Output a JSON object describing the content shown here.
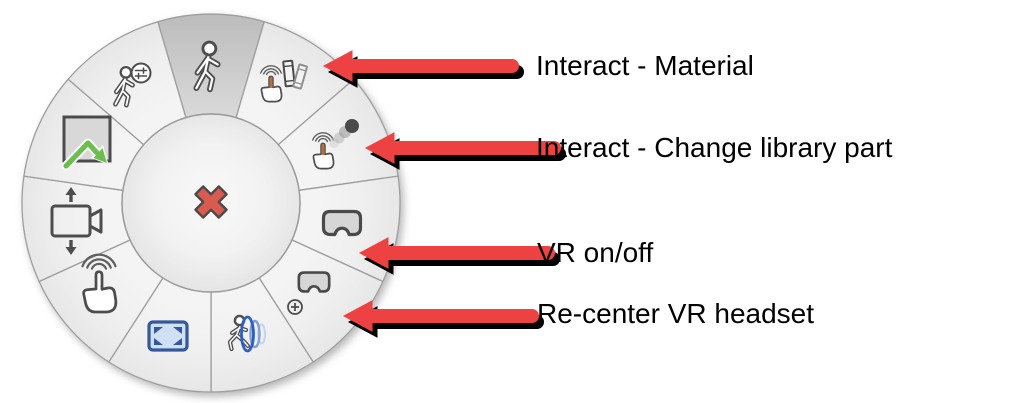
{
  "figure": {
    "description": "VR radial menu with four annotated actions"
  },
  "radial_menu": {
    "center": {
      "icon": "close-x-icon",
      "action": "close-menu"
    },
    "segments": [
      {
        "id": "walk-mode",
        "icon": "walking-person-icon",
        "highlighted": true
      },
      {
        "id": "interact-material",
        "icon": "hand-tap-books-icon",
        "highlighted": false
      },
      {
        "id": "interact-change-library-part",
        "icon": "hand-tap-moving-dot-icon",
        "highlighted": false
      },
      {
        "id": "vr-on-off",
        "icon": "vr-goggles-icon",
        "highlighted": false
      },
      {
        "id": "recenter-vr-headset",
        "icon": "vr-goggles-plus-icon",
        "highlighted": false
      },
      {
        "id": "teleport",
        "icon": "person-through-portal-icon",
        "highlighted": false
      },
      {
        "id": "fullscreen",
        "icon": "fullscreen-corners-icon",
        "highlighted": false
      },
      {
        "id": "touch-interact",
        "icon": "hand-tap-icon",
        "highlighted": false
      },
      {
        "id": "move-camera",
        "icon": "camera-up-down-arrows-icon",
        "highlighted": false
      },
      {
        "id": "export-view",
        "icon": "square-green-arrow-icon",
        "highlighted": false
      },
      {
        "id": "walk-adjust",
        "icon": "walking-person-sliders-icon",
        "highlighted": false
      }
    ]
  },
  "annotations": [
    {
      "label": "Interact - Material",
      "target": "interact-material"
    },
    {
      "label": "Interact - Change library part",
      "target": "interact-change-library-part"
    },
    {
      "label": "VR on/off",
      "target": "vr-on-off"
    },
    {
      "label": "Re-center VR headset",
      "target": "recenter-vr-headset"
    }
  ],
  "colors": {
    "arrow_red": "#ee4242",
    "arrow_shadow": "#000000",
    "close_x": "#d95a4e",
    "segment_fill": "#efefef",
    "segment_highlight": "#c4c4c4",
    "segment_border": "#9e9e9e",
    "fullscreen_blue": "#33599c",
    "portal_blue": "#2d5fc0",
    "export_green": "#6cbf4f",
    "finger_orange": "#b5703f",
    "label_text": "#000000"
  }
}
